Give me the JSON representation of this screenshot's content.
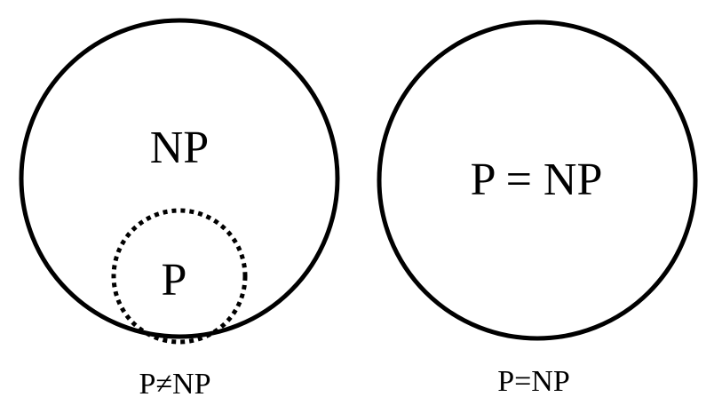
{
  "left_diagram": {
    "outer_label": "NP",
    "inner_label": "P",
    "caption": "P≠NP"
  },
  "right_diagram": {
    "inner_label": "P = NP",
    "caption": "P=NP"
  },
  "colors": {
    "stroke": "#000000",
    "background": "#ffffff"
  }
}
